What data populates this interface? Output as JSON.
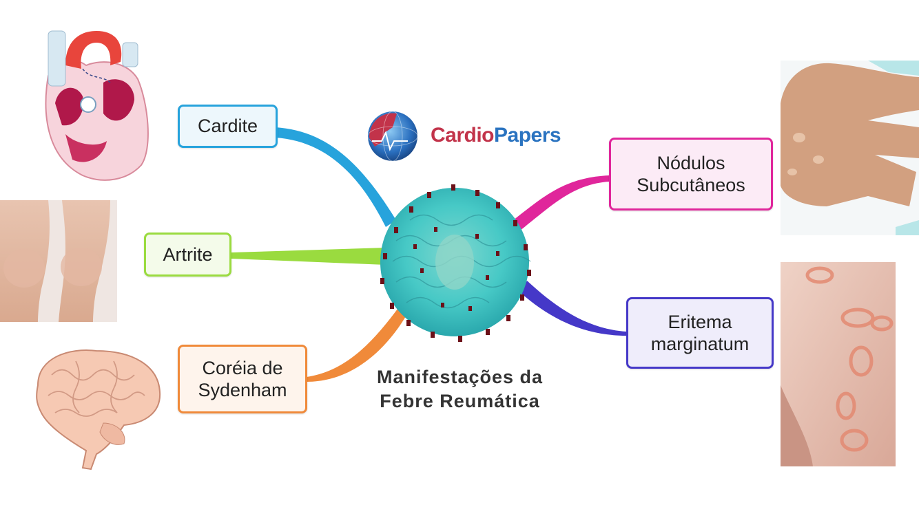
{
  "title": "Manifestações da\nFebre Reumática",
  "brand": {
    "part1": "Cardio",
    "part2": "Papers"
  },
  "manifestations": [
    {
      "key": "cardite",
      "label": "Cardite",
      "color": "#27a3dc"
    },
    {
      "key": "artrite",
      "label": "Artrite",
      "color": "#9adb3f"
    },
    {
      "key": "coreia",
      "label": "Coréia de\nSydenham",
      "color": "#f08a3a"
    },
    {
      "key": "nodulos",
      "label": "Nódulos\nSubcutâneos",
      "color": "#e0269b"
    },
    {
      "key": "eritema",
      "label": "Eritema\nmarginatum",
      "color": "#4538c8"
    }
  ],
  "illustrations": [
    {
      "subject": "heart-illustration"
    },
    {
      "subject": "swollen-knees-photo"
    },
    {
      "subject": "brain-illustration"
    },
    {
      "subject": "hand-nodules-photo"
    },
    {
      "subject": "erythema-marginatum-photo"
    }
  ],
  "colors": {
    "bacterium": "#4fd0cc",
    "spikes": "#6b1018",
    "logo_red": "#c2334a",
    "logo_blue": "#2a73c0"
  }
}
